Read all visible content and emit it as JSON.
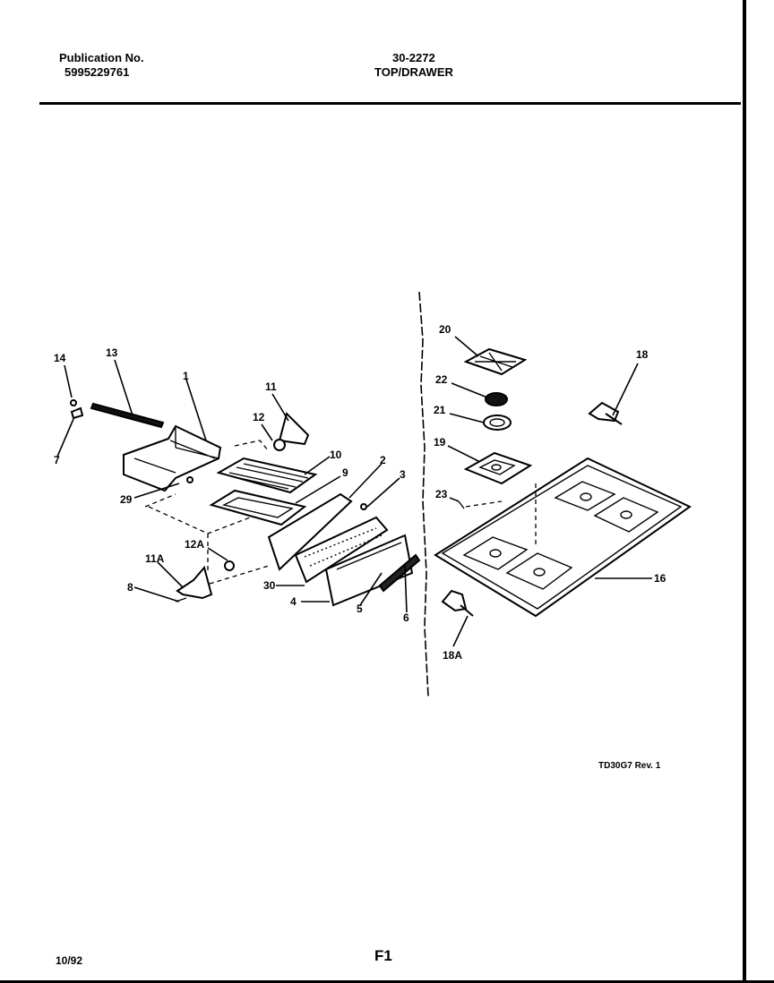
{
  "header": {
    "publication_label": "Publication No.",
    "publication_number": "5995229761",
    "model_code": "30-2272",
    "section_title": "TOP/DRAWER"
  },
  "diagram": {
    "callouts": [
      "14",
      "13",
      "1",
      "11",
      "12",
      "10",
      "9",
      "2",
      "3",
      "7",
      "29",
      "12A",
      "11A",
      "8",
      "30",
      "4",
      "5",
      "6",
      "20",
      "22",
      "21",
      "19",
      "23",
      "18",
      "16",
      "18A"
    ],
    "drawing_code": "TD30G7 Rev. 1"
  },
  "footer": {
    "date": "10/92",
    "page": "F1"
  }
}
